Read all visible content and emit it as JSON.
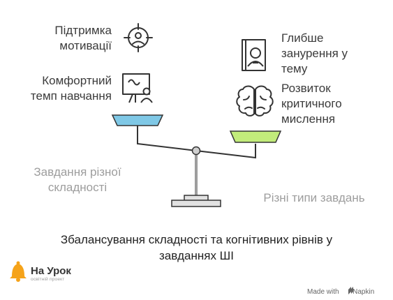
{
  "left_items": [
    {
      "icon": "motivation-icon",
      "line1": "Підтримка",
      "line2": "мотивації"
    },
    {
      "icon": "learning-pace-icon",
      "line1": "Комфортний",
      "line2": "темп навчання"
    }
  ],
  "right_items": [
    {
      "icon": "deep-dive-book-icon",
      "line1": "Глибше",
      "line2": "занурення у",
      "line3": "тему"
    },
    {
      "icon": "brain-icon",
      "line1": "Розвиток",
      "line2": "критичного",
      "line3": "мислення"
    }
  ],
  "left_base": {
    "line1": "Завдання різної",
    "line2": "складності"
  },
  "right_base": {
    "text": "Різні типи завдань"
  },
  "caption": {
    "line1": "Збалансування складності та когнітивних рівнів у",
    "line2": "завданнях ШІ"
  },
  "logo": {
    "title": "На Урок",
    "subtitle": "освітній проект"
  },
  "footer": {
    "made_with": "Made with",
    "brand": "Napkin"
  },
  "colors": {
    "left_pan": "#7fc8e6",
    "right_pan": "#c2ec7b",
    "stroke": "#333333",
    "base": "#e2e2e2",
    "logo_bell": "#f5a31a"
  }
}
